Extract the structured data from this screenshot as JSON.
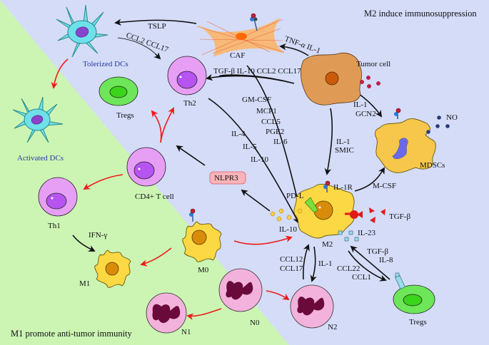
{
  "regions": {
    "m2_title": "M2 induce immunosuppression",
    "m1_title": "M1 promote anti-tumor immunity",
    "colors": {
      "m2_background": "#d4dcf8",
      "m1_background": "#ccf5b4"
    }
  },
  "cells": {
    "tolerized_dcs": "Tolerized DCs",
    "activated_dcs": "Activated DCs",
    "caf": "CAF",
    "tumor_cell": "Tumor cell",
    "th2": "Th2",
    "tregs_top": "Tregs",
    "cd4_t_cell": "CD4+ T cell",
    "th1": "Th1",
    "m1": "M1",
    "m0": "M0",
    "m2": "M2",
    "mdscs": "MDSCs",
    "n0": "N0",
    "n1": "N1",
    "n2": "N2",
    "tregs_bottom": "Tregs",
    "nlpr3": "NLPR3"
  },
  "signals": {
    "tslp": "TSLP",
    "ccl2_ccl17_dc": "CCL2  CCL17",
    "tnf_il1": "TNF-α  IL-1",
    "tgfb_il10_ccl2_ccl17": "TGF-β  IL-10  CCL2  CCL17",
    "tumor_to_m2": [
      "GM-CSF",
      "MCP1",
      "CCL5",
      "PGE2",
      "IL-6"
    ],
    "th2_to_m2": [
      "IL-4",
      "IL-5",
      "IL-10"
    ],
    "il1_gcn2": [
      "IL-1",
      "GCN2"
    ],
    "il1_smic": [
      "IL-1",
      "SMIC"
    ],
    "no": "NO",
    "pd_l": "PD-L",
    "il_1r": "IL-1R",
    "m_csf": "M-CSF",
    "tgf_b_right": "TGF-β",
    "il_10": "IL-10",
    "il_23": "IL-23",
    "tgfb_il8": [
      "TGF-β",
      "IL-8"
    ],
    "ccl22_ccl1": [
      "CCL22",
      "CCL1"
    ],
    "ccl12_ccl17": [
      "CCL12",
      "CCL17"
    ],
    "il_1_n2": "IL-1",
    "ifn_g": "IFN-γ"
  }
}
